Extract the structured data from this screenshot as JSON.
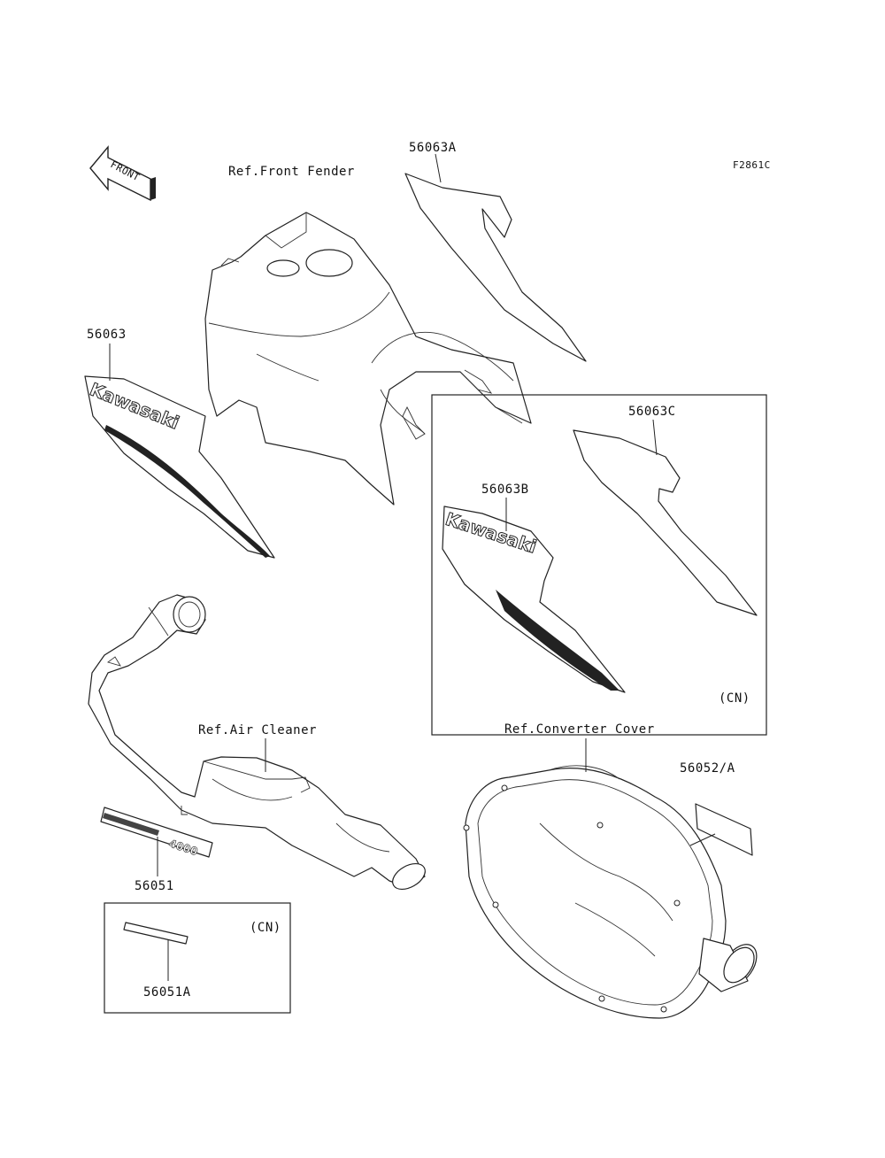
{
  "figure_id": "F2861C",
  "direction_arrow": {
    "label": "FRONT",
    "icon": "front-arrow-icon"
  },
  "labels": {
    "ref_front_fender": "Ref.Front Fender",
    "ref_air_cleaner": "Ref.Air Cleaner",
    "ref_converter_cover": "Ref.Converter Cover",
    "part_56063": "56063",
    "part_56063A": "56063A",
    "part_56063B": "56063B",
    "part_56063C": "56063C",
    "part_56051": "56051",
    "part_56051A": "56051A",
    "part_56052A": "56052/A",
    "cn_upper": "(CN)",
    "cn_lower": "(CN)"
  },
  "decals": {
    "brand": "Kawasaki",
    "model_text": "4000"
  }
}
